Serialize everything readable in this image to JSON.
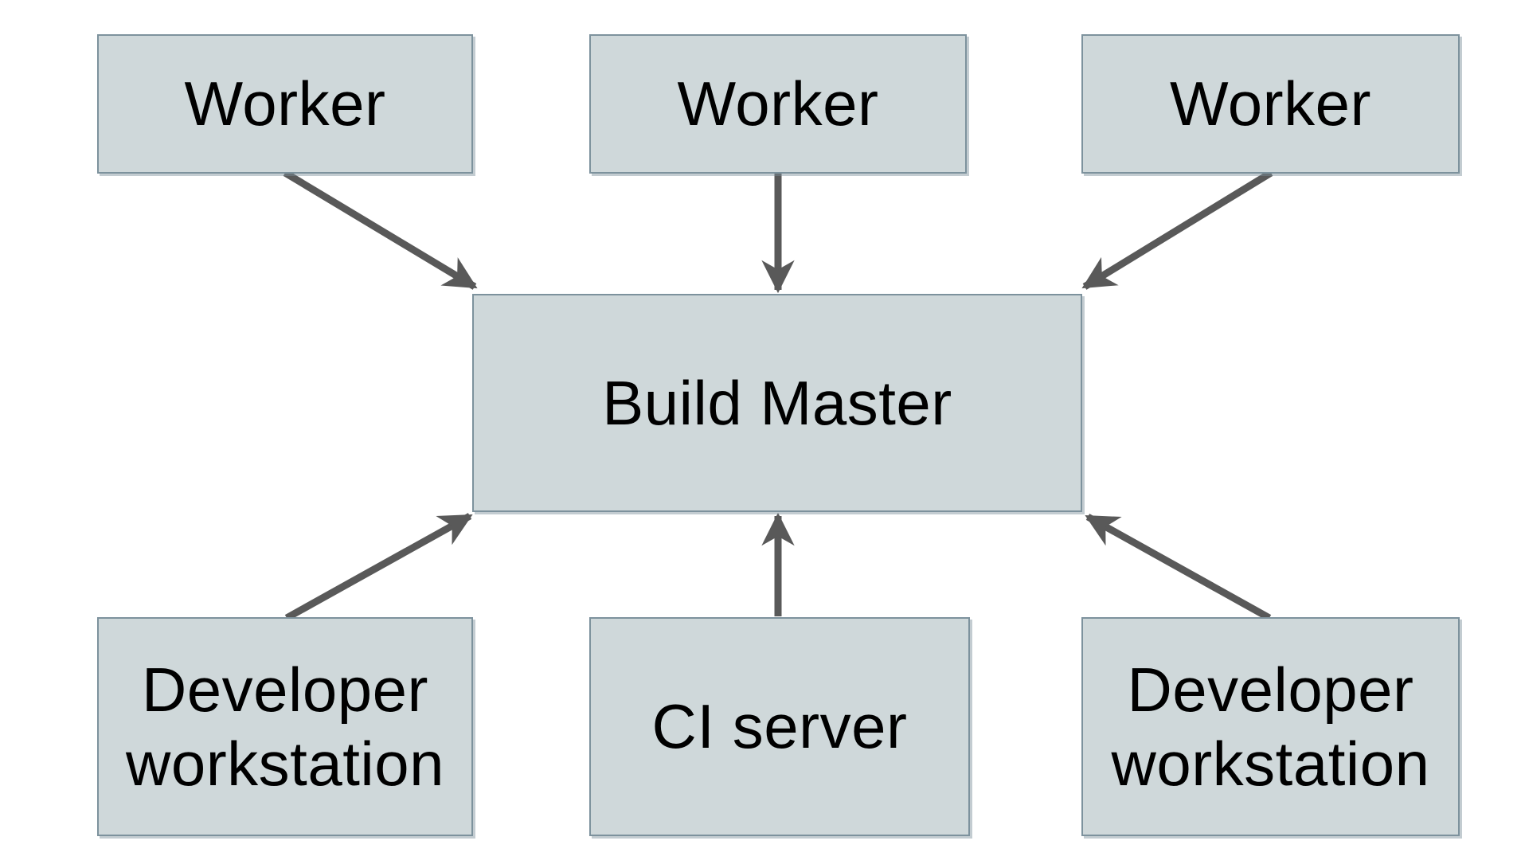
{
  "diagram": {
    "type": "architecture-diagram",
    "nodes": {
      "worker1": {
        "label": "Worker"
      },
      "worker2": {
        "label": "Worker"
      },
      "worker3": {
        "label": "Worker"
      },
      "build_master": {
        "label": "Build Master"
      },
      "dev_workstation_left": {
        "label": "Developer workstation"
      },
      "ci_server": {
        "label": "CI server"
      },
      "dev_workstation_right": {
        "label": "Developer workstation"
      }
    },
    "edges": [
      {
        "from": "worker1",
        "to": "build_master"
      },
      {
        "from": "worker2",
        "to": "build_master"
      },
      {
        "from": "worker3",
        "to": "build_master"
      },
      {
        "from": "dev_workstation_left",
        "to": "build_master"
      },
      {
        "from": "ci_server",
        "to": "build_master"
      },
      {
        "from": "dev_workstation_right",
        "to": "build_master"
      }
    ],
    "colors": {
      "background": "#ffffff",
      "node_fill": "#cfd8da",
      "node_border": "#7d929d",
      "arrow": "#595959",
      "text": "#000000"
    }
  }
}
